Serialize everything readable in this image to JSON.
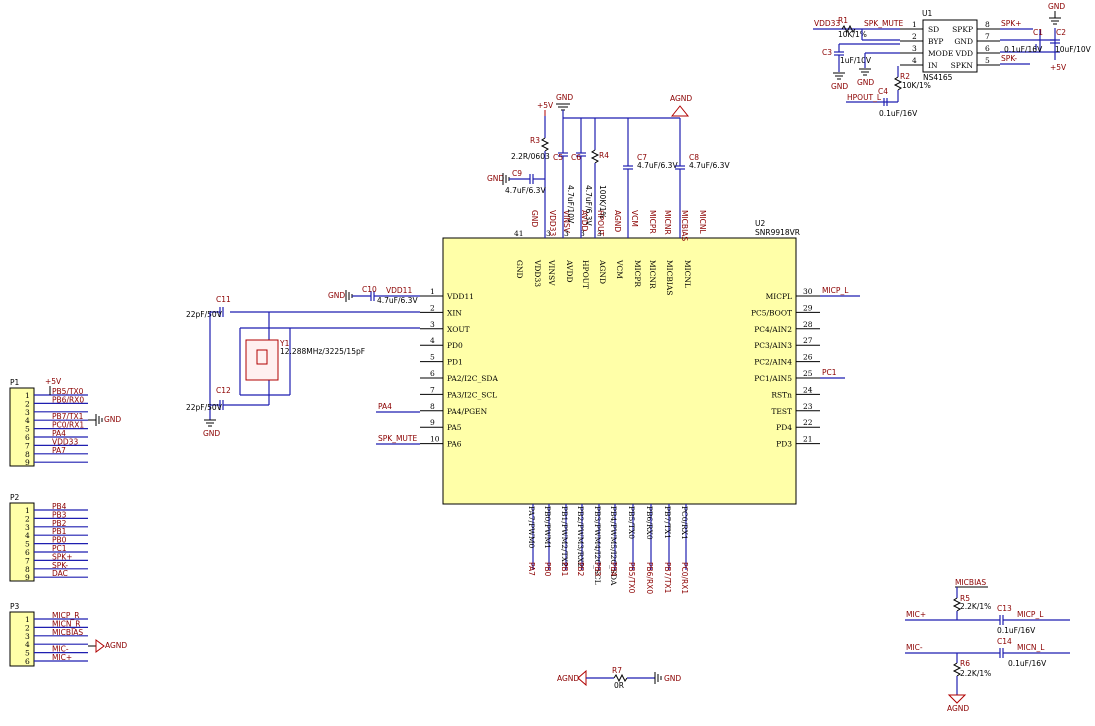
{
  "u2": {
    "ref": "U2",
    "part": "SNR9918VR",
    "left_pins": [
      {
        "num": "1",
        "name": "VDD11",
        "net": ""
      },
      {
        "num": "2",
        "name": "XIN",
        "net": ""
      },
      {
        "num": "3",
        "name": "XOUT",
        "net": ""
      },
      {
        "num": "4",
        "name": "PD0",
        "net": ""
      },
      {
        "num": "5",
        "name": "PD1",
        "net": ""
      },
      {
        "num": "6",
        "name": "PA2/I2C_SDA",
        "net": ""
      },
      {
        "num": "7",
        "name": "PA3/I2C_SCL",
        "net": ""
      },
      {
        "num": "8",
        "name": "PA4/PGEN",
        "net": "PA4"
      },
      {
        "num": "9",
        "name": "PA5",
        "net": ""
      },
      {
        "num": "10",
        "name": "PA6",
        "net": "SPK_MUTE"
      }
    ],
    "right_pins": [
      {
        "num": "30",
        "name": "MICPL",
        "net": "MICP_L"
      },
      {
        "num": "29",
        "name": "PC5/BOOT",
        "net": ""
      },
      {
        "num": "28",
        "name": "PC4/AIN2",
        "net": ""
      },
      {
        "num": "27",
        "name": "PC3/AIN3",
        "net": ""
      },
      {
        "num": "26",
        "name": "PC2/AIN4",
        "net": ""
      },
      {
        "num": "25",
        "name": "PC1/AIN5",
        "net": "PC1"
      },
      {
        "num": "24",
        "name": "RSTn",
        "net": ""
      },
      {
        "num": "23",
        "name": "TEST",
        "net": ""
      },
      {
        "num": "22",
        "name": "PD4",
        "net": ""
      },
      {
        "num": "21",
        "name": "PD3",
        "net": ""
      }
    ],
    "top_pins": [
      "GND",
      "VDD33",
      "VINSV",
      "AVDD",
      "HPOUT",
      "AGND",
      "VCM",
      "MICPR",
      "MICNR",
      "MICBIAS",
      "MICNL"
    ],
    "top_pin_nums": [
      "41",
      "",
      "3",
      "3",
      "3",
      "3",
      "",
      "",
      "",
      "",
      ""
    ],
    "bottom_pins": [
      "PA7/PWM0",
      "PB0/PWM1",
      "PB1/PWM2/TX2",
      "PB2/PWM3/RX2",
      "PB3/PWM4/I2C_SCL",
      "PB4/PWM5/I2C_SDA",
      "PB5/TX0",
      "PB6/RX0",
      "PB7/TX1",
      "PC0/RX1"
    ],
    "bottom_nets": [
      "PA7",
      "PB0",
      "PB1",
      "PB2",
      "PB3",
      "PB4",
      "PB5/TX0",
      "PB6/RX0",
      "PB7/TX1",
      "PC0/RX1"
    ]
  },
  "u1": {
    "ref": "U1",
    "part": "NS4165",
    "left_pins": [
      {
        "num": "1",
        "name": "SD"
      },
      {
        "num": "2",
        "name": "BYP"
      },
      {
        "num": "3",
        "name": "MODE"
      },
      {
        "num": "4",
        "name": "IN"
      }
    ],
    "right_pins": [
      {
        "num": "8",
        "name": "SPKP"
      },
      {
        "num": "7",
        "name": "GND"
      },
      {
        "num": "6",
        "name": "VDD"
      },
      {
        "num": "5",
        "name": "SPKN"
      }
    ],
    "nets": {
      "sd": "SPK_MUTE",
      "vdd33": "VDD33",
      "spkp": "SPK+",
      "spkn": "SPK-",
      "hpout": "HPOUT_L"
    }
  },
  "passives": {
    "r1": {
      "ref": "R1",
      "value": "10K/1%"
    },
    "r2": {
      "ref": "R2",
      "value": "10K/1%"
    },
    "c1": {
      "ref": "C1",
      "value": "0.1uF/16V"
    },
    "c2": {
      "ref": "C2",
      "value": "10uF/10V"
    },
    "c3": {
      "ref": "C3",
      "value": "1uF/10V"
    },
    "c4": {
      "ref": "C4",
      "value": "0.1uF/16V"
    },
    "r3": {
      "ref": "R3",
      "value": "2.2R/0603"
    },
    "c5": {
      "ref": "C5",
      "value": "4.7uF/10V"
    },
    "c6": {
      "ref": "C6",
      "value": "4.7uF/6.3V"
    },
    "r4": {
      "ref": "R4",
      "value": "100K/1%"
    },
    "c7": {
      "ref": "C7",
      "value": "4.7uF/6.3V"
    },
    "c8": {
      "ref": "C8",
      "value": "4.7uF/6.3V"
    },
    "c9": {
      "ref": "C9",
      "value": "4.7uF/6.3V"
    },
    "c10": {
      "ref": "C10",
      "value": "4.7uF/6.3V"
    },
    "c11": {
      "ref": "C11",
      "value": "22pF/50V"
    },
    "c12": {
      "ref": "C12",
      "value": "22pF/50V"
    },
    "y1": {
      "ref": "Y1",
      "value": "12.288MHz/3225/15pF"
    },
    "r5": {
      "ref": "R5",
      "value": "2.2K/1%"
    },
    "r6": {
      "ref": "R6",
      "value": "2.2K/1%"
    },
    "c13": {
      "ref": "C13",
      "value": "0.1uF/16V"
    },
    "c14": {
      "ref": "C14",
      "value": "0.1uF/16V"
    },
    "r7": {
      "ref": "R7",
      "value": "0R"
    }
  },
  "power": {
    "gnd": "GND",
    "agnd": "AGND",
    "p5v": "+5V",
    "vdd11": "VDD11",
    "micbias": "MICBIAS"
  },
  "headers": {
    "p1": {
      "ref": "P1",
      "nets": [
        "PB5/TX0",
        "PB6/RX0",
        "",
        "PB7/TX1",
        "PC0/RX1",
        "PA4",
        "VDD33",
        "PA7",
        ""
      ]
    },
    "p2": {
      "ref": "P2",
      "nets": [
        "PB4",
        "PB3",
        "PB2",
        "PB1",
        "PB0",
        "PC1",
        "SPK+",
        "SPK-",
        "DAC"
      ]
    },
    "p3": {
      "ref": "P3",
      "nets": [
        "MICP_R",
        "MICN_R",
        "MICBIAS",
        "",
        "MIC-",
        "MIC+"
      ]
    }
  },
  "mic": {
    "mic_plus": "MIC+",
    "mic_minus": "MIC-",
    "micp_l": "MICP_L",
    "micn_l": "MICN_L"
  }
}
